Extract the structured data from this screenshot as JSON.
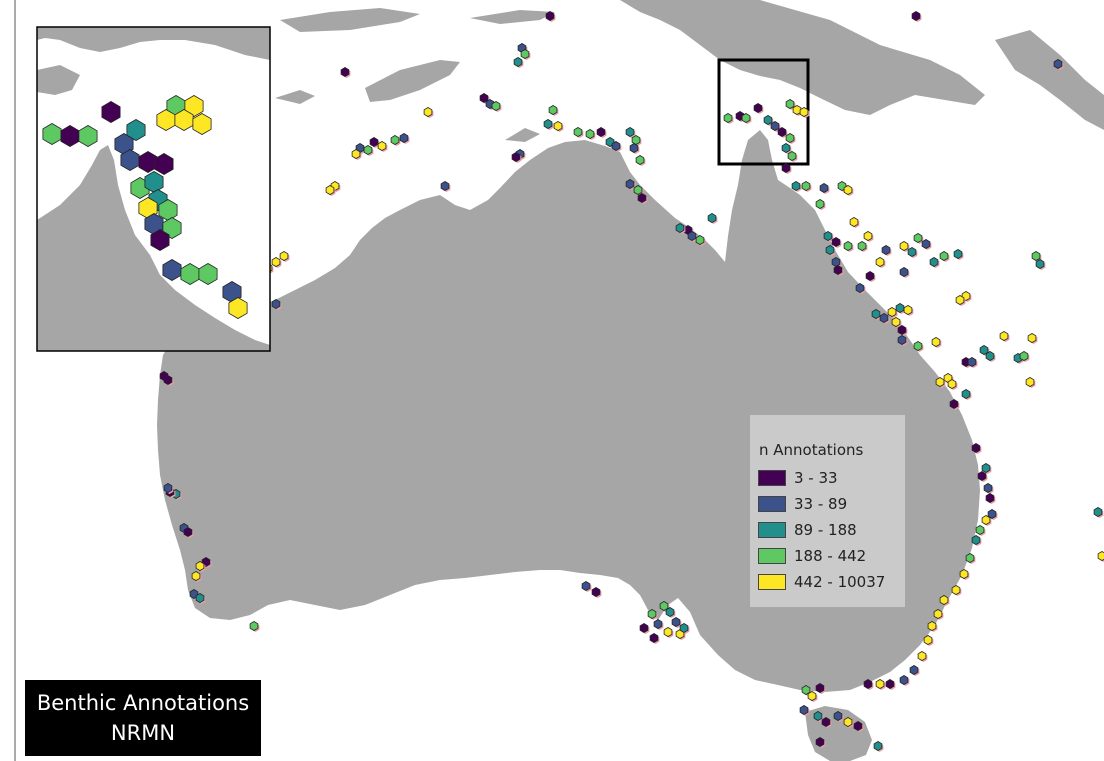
{
  "map_title": {
    "line1": "Benthic Annotations",
    "line2": "NRMN"
  },
  "legend": {
    "title": "n Annotations",
    "classes": [
      {
        "label": "3 - 33",
        "color": "#440154"
      },
      {
        "label": "33 - 89",
        "color": "#3b528b"
      },
      {
        "label": "89 - 188",
        "color": "#21908c"
      },
      {
        "label": "188 - 442",
        "color": "#5ec962"
      },
      {
        "label": "442 - 10037",
        "color": "#fde725"
      }
    ]
  },
  "colors": {
    "land": "#a6a6a6",
    "sea": "#ffffff",
    "hex_outline": "#222222",
    "hex_shadow": "#e8a0a8",
    "inset_frame": "#000000"
  },
  "map_elements": {
    "main_map": "Australia coastline with benthic annotation hexagon bins",
    "inset_map": "Torres Strait / Cape York zoom inset",
    "extent_box": "Inset extent rectangle"
  }
}
